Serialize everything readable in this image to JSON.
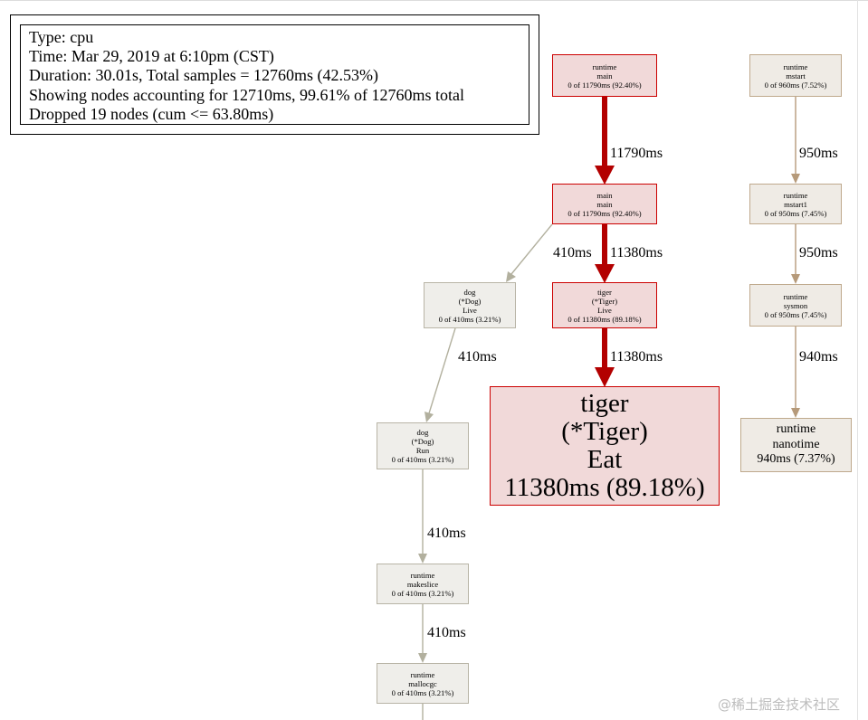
{
  "legend": {
    "type": "Type: cpu",
    "time": "Time: Mar 29, 2019 at 6:10pm (CST)",
    "duration": "Duration: 30.01s, Total samples = 12760ms (42.53%)",
    "showing": "Showing nodes accounting for 12710ms, 99.61% of 12760ms total",
    "dropped": "Dropped 19 nodes (cum <= 63.80ms)"
  },
  "nodes": {
    "runtime_main": {
      "lines": [
        "runtime",
        "main",
        "0 of 11790ms (92.40%)"
      ]
    },
    "main_main": {
      "lines": [
        "main",
        "main",
        "0 of 11790ms (92.40%)"
      ]
    },
    "dog_live": {
      "lines": [
        "dog",
        "(*Dog)",
        "Live",
        "0 of 410ms (3.21%)"
      ]
    },
    "tiger_live": {
      "lines": [
        "tiger",
        "(*Tiger)",
        "Live",
        "0 of 11380ms (89.18%)"
      ]
    },
    "tiger_eat": {
      "lines": [
        "tiger",
        "(*Tiger)",
        "Eat",
        "11380ms (89.18%)"
      ]
    },
    "dog_run": {
      "lines": [
        "dog",
        "(*Dog)",
        "Run",
        "0 of 410ms (3.21%)"
      ]
    },
    "runtime_makeslice": {
      "lines": [
        "runtime",
        "makeslice",
        "0 of 410ms (3.21%)"
      ]
    },
    "runtime_mallocgc": {
      "lines": [
        "runtime",
        "mallocgc",
        "0 of 410ms (3.21%)"
      ]
    },
    "runtime_mstart": {
      "lines": [
        "runtime",
        "mstart",
        "0 of 960ms (7.52%)"
      ]
    },
    "runtime_mstart1": {
      "lines": [
        "runtime",
        "mstart1",
        "0 of 950ms (7.45%)"
      ]
    },
    "runtime_sysmon": {
      "lines": [
        "runtime",
        "sysmon",
        "0 of 950ms (7.45%)"
      ]
    },
    "runtime_nanotime": {
      "lines": [
        "runtime",
        "nanotime",
        "940ms (7.37%)"
      ]
    }
  },
  "edges": {
    "runtime_main_to_main_main": "11790ms",
    "main_main_to_dog_live": "410ms",
    "main_main_to_tiger_live": "11380ms",
    "tiger_live_to_tiger_eat": "11380ms",
    "dog_live_to_dog_run": "410ms",
    "dog_run_to_makeslice": "410ms",
    "makeslice_to_mallocgc": "410ms",
    "mstart_to_mstart1": "950ms",
    "mstart1_to_sysmon": "950ms",
    "sysmon_to_nanotime": "940ms"
  },
  "colors": {
    "hot_edge": "#b30000",
    "grey_edge": "#b2b09e",
    "tan_edge": "#b69a7a"
  },
  "watermark": "@稀土掘金技术社区"
}
